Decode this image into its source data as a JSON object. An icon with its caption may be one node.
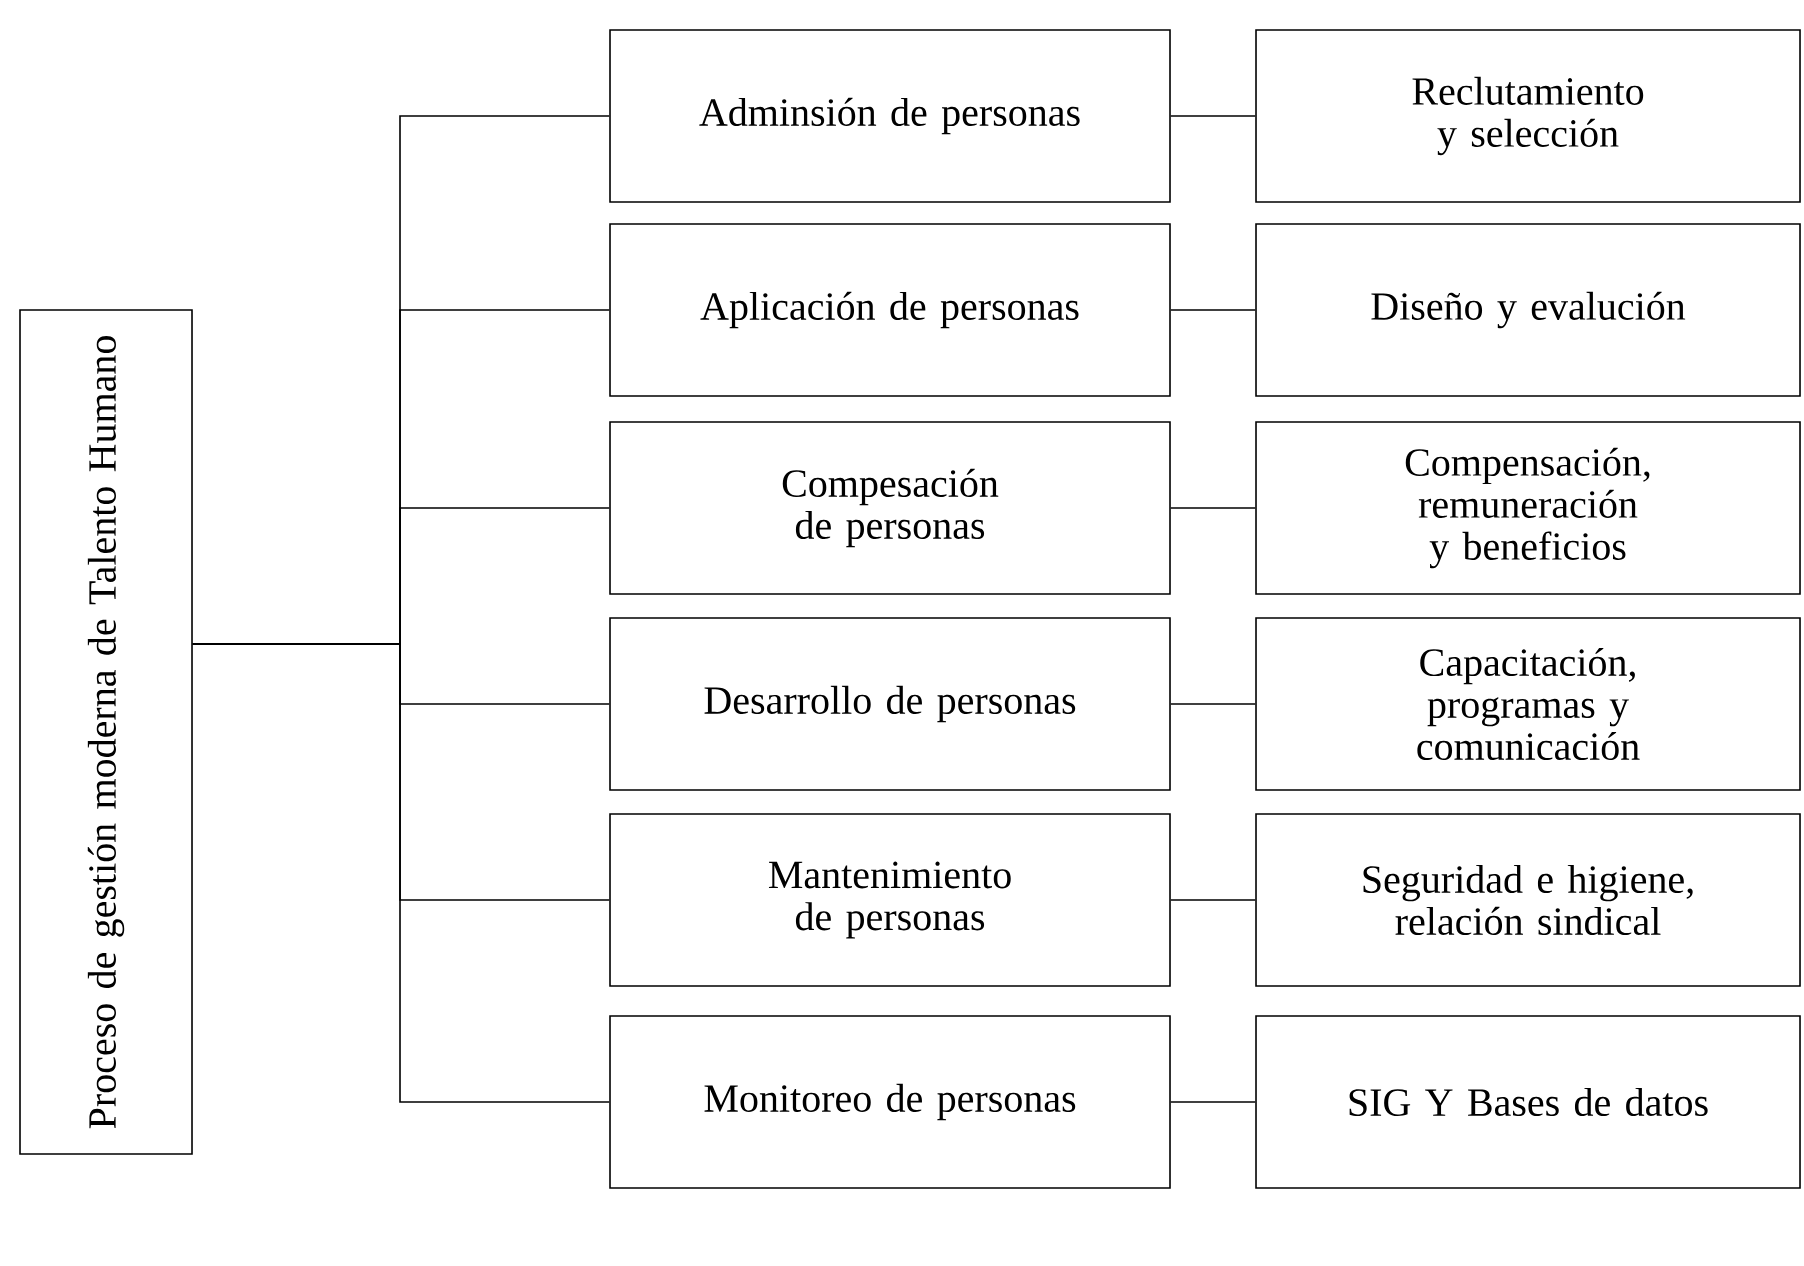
{
  "diagram": {
    "nodes": [
      {
        "text": [
          "Proceso de gestión moderna de Talento Humano"
        ]
      },
      {
        "text": [
          "Adminsión de personas"
        ]
      },
      {
        "text": [
          "Aplicación de personas"
        ]
      },
      {
        "text": [
          "Compesación de personas"
        ]
      },
      {
        "text": [
          "Desarrollo de personas"
        ]
      },
      {
        "text": [
          "Mantenimiento de personas"
        ]
      },
      {
        "text": [
          "Monitoreo de personas"
        ]
      },
      {
        "text": [
          "Reclutamiento y selección"
        ]
      },
      {
        "text": [
          "Diseño y evalución"
        ]
      },
      {
        "text": [
          "Compensación, remuneración y beneficios"
        ]
      },
      {
        "text": [
          "Capacitación, programas y comunicación"
        ]
      },
      {
        "text": [
          "Seguridad e higiene, relación sindical"
        ]
      },
      {
        "text": [
          "SIG Y Bases de datos"
        ]
      }
    ],
    "edges": [
      {
        "from": 0,
        "to": 1,
        "arrow": "none"
      },
      {
        "from": 0,
        "to": 2,
        "arrow": "none"
      },
      {
        "from": 0,
        "to": 3,
        "arrow": "none"
      },
      {
        "from": 0,
        "to": 4,
        "arrow": "none"
      },
      {
        "from": 0,
        "to": 5,
        "arrow": "none"
      },
      {
        "from": 0,
        "to": 6,
        "arrow": "none"
      },
      {
        "from": 1,
        "to": 7,
        "arrow": "none"
      },
      {
        "from": 2,
        "to": 8,
        "arrow": "none"
      },
      {
        "from": 3,
        "to": 9,
        "arrow": "none"
      },
      {
        "from": 4,
        "to": 10,
        "arrow": "none"
      },
      {
        "from": 5,
        "to": 11,
        "arrow": "none"
      },
      {
        "from": 6,
        "to": 12,
        "arrow": "none"
      }
    ]
  }
}
